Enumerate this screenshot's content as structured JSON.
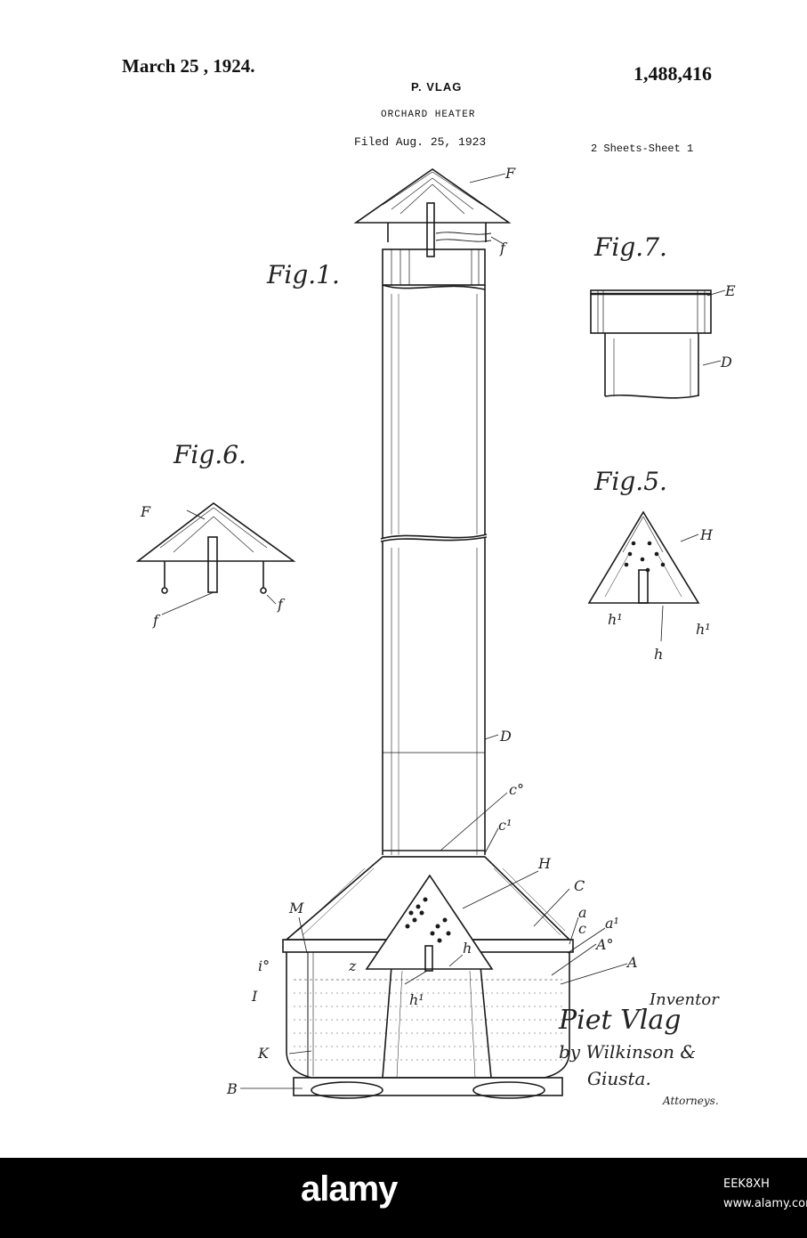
{
  "header": {
    "date": "March 25 , 1924.",
    "patent_number": "1,488,416",
    "inventor": "P. VLAG",
    "title": "ORCHARD HEATER",
    "filed": "Filed Aug. 25, 1923",
    "sheets": "2 Sheets-Sheet 1"
  },
  "figures": {
    "fig1": "Fig.1.",
    "fig5": "Fig.5.",
    "fig6": "Fig.6.",
    "fig7": "Fig.7."
  },
  "labels": {
    "F_top": "F",
    "f_top": "f",
    "E": "E",
    "D7": "D",
    "F6": "F",
    "f6a": "f",
    "f6b": "f",
    "H5": "H",
    "h1a": "h¹",
    "h1b": "h¹",
    "h5": "h",
    "D1": "D",
    "c0": "c°",
    "c1": "c¹",
    "H1": "H",
    "C": "C",
    "a": "a",
    "c": "c",
    "a1": "a¹",
    "A0": "A°",
    "A": "A",
    "M": "M",
    "i0": "i°",
    "I": "I",
    "z": "z",
    "h1": "h¹",
    "h": "h",
    "K": "K",
    "B": "B"
  },
  "signature": {
    "inventor_label": "Inventor",
    "name": "Piet Vlag",
    "by": "by Wilkinson &",
    "firm2": "Giusta.",
    "attorneys": "Attorneys."
  },
  "watermark": {
    "brand": "alamy",
    "image_id": "EEK8XH",
    "url": "www.alamy.com"
  }
}
